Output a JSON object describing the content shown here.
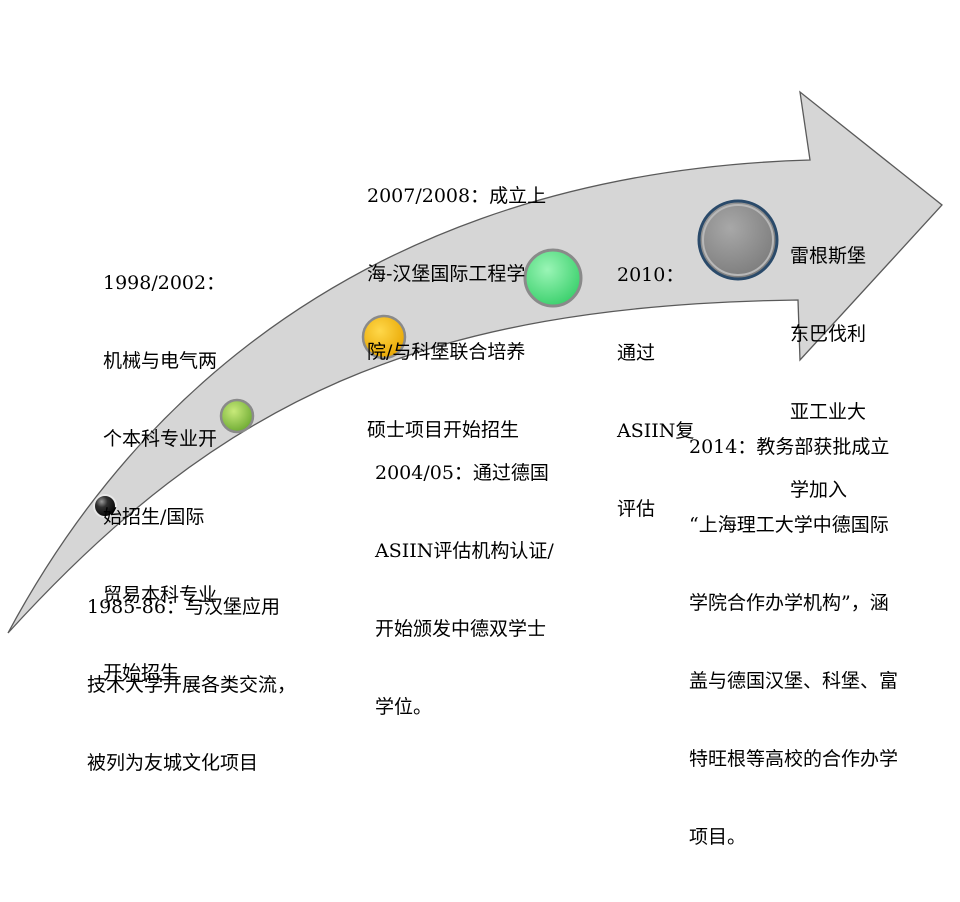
{
  "colors": {
    "arrow_fill": "#d4d4d4",
    "arrow_stroke": "#505050",
    "background": "#ffffff"
  },
  "milestones": [
    {
      "id": "m1985",
      "color": "#202020",
      "lines": [
        "1985-86：与汉堡应用",
        "技术大学开展各类交流，",
        "被列为友城文化项目"
      ]
    },
    {
      "id": "m1998",
      "color": "#8cc63f",
      "lines": [
        "1998/2002：",
        "机械与电气两",
        "个本科专业开",
        "始招生/国际",
        "贸易本科专业",
        "开始招生"
      ]
    },
    {
      "id": "m2004",
      "color": "#f5b800",
      "lines": [
        "2004/05：通过德国",
        "ASIIN评估机构认证/",
        "开始颁发中德双学士",
        "学位。"
      ]
    },
    {
      "id": "m2007",
      "color": "#5fe08a",
      "lines": [
        "2007/2008：成立上",
        "海-汉堡国际工程学",
        "院/与科堡联合培养",
        "硕士项目开始招生"
      ]
    },
    {
      "id": "m2010",
      "color": null,
      "lines": [
        "2010：",
        "通过",
        "ASIIN复",
        "评估"
      ]
    },
    {
      "id": "m2014a",
      "color": "#8c8c8c",
      "lines": [
        "雷根斯堡",
        "东巴伐利",
        "亚工业大",
        "学加入"
      ]
    },
    {
      "id": "m2014b",
      "color": null,
      "lines": [
        "2014：教务部获批成立",
        "“上海理工大学中德国际",
        "学院合作办学机构”，涵",
        "盖与德国汉堡、科堡、富",
        "特旺根等高校的合作办学",
        "项目。"
      ]
    }
  ]
}
